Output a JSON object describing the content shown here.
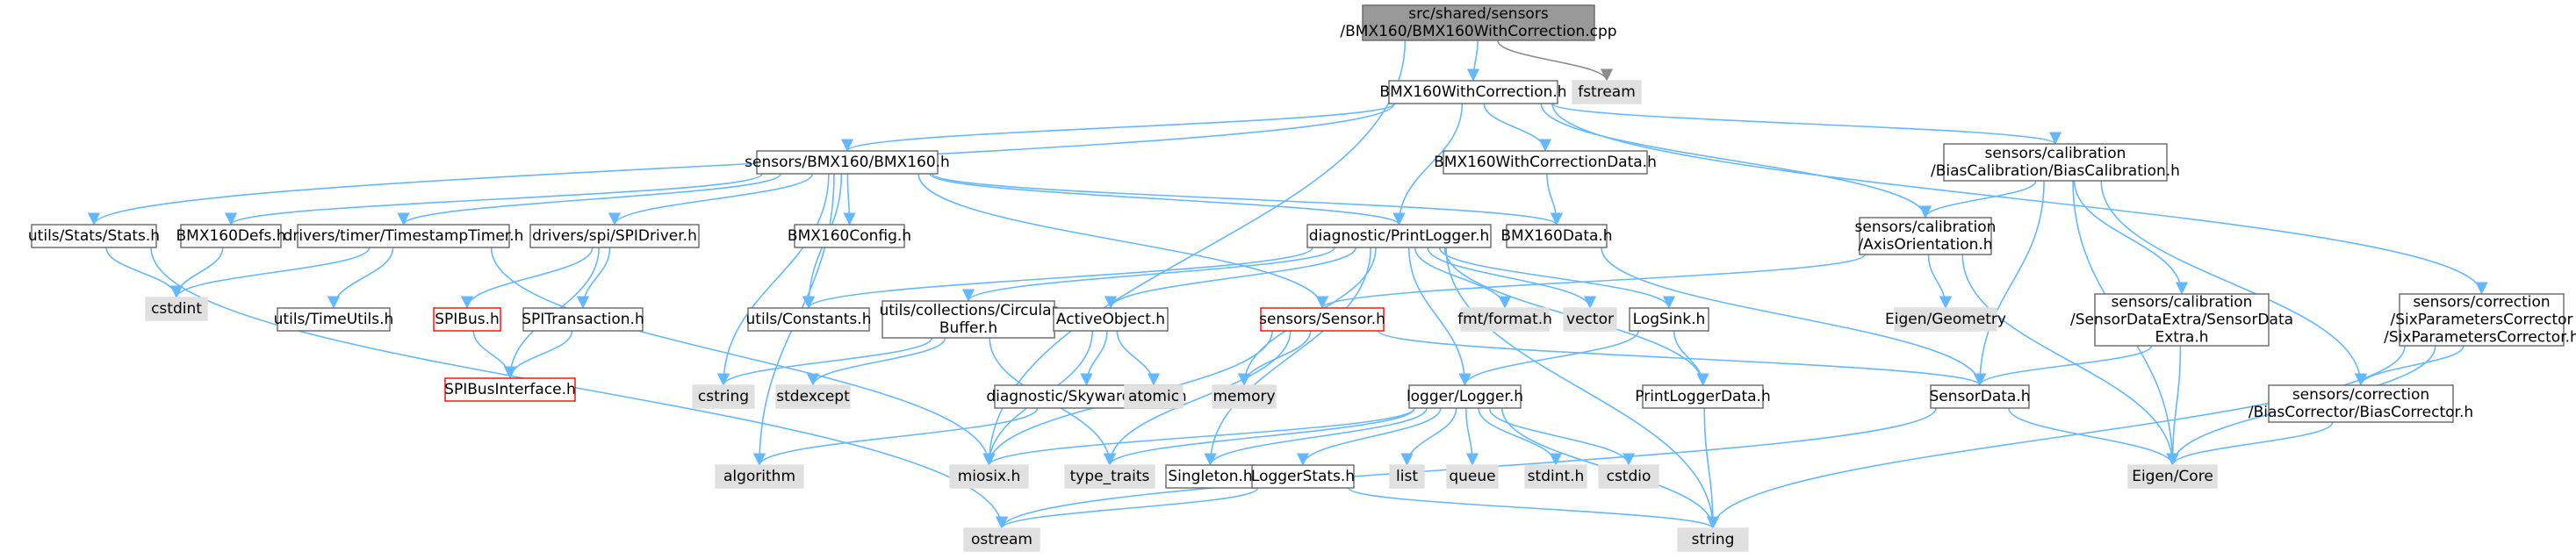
{
  "colors": {
    "root_fill": "#999999",
    "root_stroke": "#666666",
    "header_fill": "#ffffff",
    "header_stroke": "#666666",
    "system_fill": "#e0e0e0",
    "system_stroke": "#e0e0e0",
    "missing_stroke": "#ff0000",
    "edge": "#63b8ff",
    "edge_gray": "#8c8c8c"
  },
  "nodes": [
    {
      "id": "root",
      "kind": "root",
      "lines": [
        "src/shared/sensors",
        "/BMX160/BMX160WithCorrection.cpp"
      ]
    },
    {
      "id": "fstream",
      "kind": "system",
      "lines": [
        "fstream"
      ]
    },
    {
      "id": "bmxwc",
      "kind": "header",
      "lines": [
        "BMX160WithCorrection.h"
      ]
    },
    {
      "id": "bmx160h",
      "kind": "header",
      "lines": [
        "sensors/BMX160/BMX160.h"
      ]
    },
    {
      "id": "bmxwcdata",
      "kind": "header",
      "lines": [
        "BMX160WithCorrectionData.h"
      ]
    },
    {
      "id": "biascal",
      "kind": "header",
      "lines": [
        "sensors/calibration",
        "/BiasCalibration/BiasCalibration.h"
      ]
    },
    {
      "id": "stats",
      "kind": "header",
      "lines": [
        "utils/Stats/Stats.h"
      ]
    },
    {
      "id": "bmxdefs",
      "kind": "header",
      "lines": [
        "BMX160Defs.h"
      ]
    },
    {
      "id": "timestamp",
      "kind": "header",
      "lines": [
        "drivers/timer/TimestampTimer.h"
      ]
    },
    {
      "id": "spidriver",
      "kind": "header",
      "lines": [
        "drivers/spi/SPIDriver.h"
      ]
    },
    {
      "id": "bmxconfig",
      "kind": "header",
      "lines": [
        "BMX160Config.h"
      ]
    },
    {
      "id": "printlogger",
      "kind": "header",
      "lines": [
        "diagnostic/PrintLogger.h"
      ]
    },
    {
      "id": "bmxdata",
      "kind": "header",
      "lines": [
        "BMX160Data.h"
      ]
    },
    {
      "id": "axisorient",
      "kind": "header",
      "lines": [
        "sensors/calibration",
        "/AxisOrientation.h"
      ]
    },
    {
      "id": "sixparam",
      "kind": "header",
      "lines": [
        "sensors/correction",
        "/SixParametersCorrector",
        "/SixParametersCorrector.h"
      ]
    },
    {
      "id": "cstdint",
      "kind": "system",
      "lines": [
        "cstdint"
      ]
    },
    {
      "id": "timeutils",
      "kind": "header",
      "lines": [
        "utils/TimeUtils.h"
      ]
    },
    {
      "id": "spibus",
      "kind": "missing",
      "lines": [
        "SPIBus.h"
      ]
    },
    {
      "id": "spitrans",
      "kind": "header",
      "lines": [
        "SPITransaction.h"
      ]
    },
    {
      "id": "spibusif",
      "kind": "missing",
      "lines": [
        "SPIBusInterface.h"
      ]
    },
    {
      "id": "constants",
      "kind": "header",
      "lines": [
        "utils/Constants.h"
      ]
    },
    {
      "id": "circbuf",
      "kind": "header",
      "lines": [
        "utils/collections/Circular",
        "Buffer.h"
      ]
    },
    {
      "id": "activeobj",
      "kind": "header",
      "lines": [
        "ActiveObject.h"
      ]
    },
    {
      "id": "sensorh",
      "kind": "missing",
      "lines": [
        "sensors/Sensor.h"
      ]
    },
    {
      "id": "fmtformat",
      "kind": "system",
      "lines": [
        "fmt/format.h"
      ]
    },
    {
      "id": "vector",
      "kind": "system",
      "lines": [
        "vector"
      ]
    },
    {
      "id": "logsink",
      "kind": "header",
      "lines": [
        "LogSink.h"
      ]
    },
    {
      "id": "eigengeom",
      "kind": "system",
      "lines": [
        "Eigen/Geometry"
      ]
    },
    {
      "id": "sensordataextra",
      "kind": "header",
      "lines": [
        "sensors/calibration",
        "/SensorDataExtra/SensorData",
        "Extra.h"
      ]
    },
    {
      "id": "biascorr",
      "kind": "header",
      "lines": [
        "sensors/correction",
        "/BiasCorrector/BiasCorrector.h"
      ]
    },
    {
      "id": "cstring",
      "kind": "system",
      "lines": [
        "cstring"
      ]
    },
    {
      "id": "stdexcept",
      "kind": "system",
      "lines": [
        "stdexcept"
      ]
    },
    {
      "id": "skyward",
      "kind": "header",
      "lines": [
        "diagnostic/SkywardStack.h"
      ]
    },
    {
      "id": "atomic",
      "kind": "system",
      "lines": [
        "atomic"
      ]
    },
    {
      "id": "memory",
      "kind": "system",
      "lines": [
        "memory"
      ]
    },
    {
      "id": "logger",
      "kind": "header",
      "lines": [
        "logger/Logger.h"
      ]
    },
    {
      "id": "printloggerdata",
      "kind": "header",
      "lines": [
        "PrintLoggerData.h"
      ]
    },
    {
      "id": "sensordata",
      "kind": "header",
      "lines": [
        "SensorData.h"
      ]
    },
    {
      "id": "algorithm",
      "kind": "system",
      "lines": [
        "algorithm"
      ]
    },
    {
      "id": "miosix",
      "kind": "system",
      "lines": [
        "miosix.h"
      ]
    },
    {
      "id": "typetraits",
      "kind": "system",
      "lines": [
        "type_traits"
      ]
    },
    {
      "id": "singleton",
      "kind": "header",
      "lines": [
        "Singleton.h"
      ]
    },
    {
      "id": "loggerstats",
      "kind": "header",
      "lines": [
        "LoggerStats.h"
      ]
    },
    {
      "id": "list",
      "kind": "system",
      "lines": [
        "list"
      ]
    },
    {
      "id": "queue",
      "kind": "system",
      "lines": [
        "queue"
      ]
    },
    {
      "id": "stdinth",
      "kind": "system",
      "lines": [
        "stdint.h"
      ]
    },
    {
      "id": "cstdio",
      "kind": "system",
      "lines": [
        "cstdio"
      ]
    },
    {
      "id": "eigencore",
      "kind": "system",
      "lines": [
        "Eigen/Core"
      ]
    },
    {
      "id": "ostream",
      "kind": "system",
      "lines": [
        "ostream"
      ]
    },
    {
      "id": "string",
      "kind": "system",
      "lines": [
        "string"
      ]
    }
  ],
  "edges": [
    [
      "root",
      "bmxwc"
    ],
    [
      "root",
      "fstream",
      "gray"
    ],
    [
      "root",
      "miosix"
    ],
    [
      "bmxwc",
      "bmx160h"
    ],
    [
      "bmxwc",
      "bmxwcdata"
    ],
    [
      "bmxwc",
      "biascal"
    ],
    [
      "bmxwc",
      "stats"
    ],
    [
      "bmxwc",
      "printlogger"
    ],
    [
      "bmxwc",
      "axisorient"
    ],
    [
      "bmxwc",
      "sixparam"
    ],
    [
      "bmx160h",
      "bmxdefs"
    ],
    [
      "bmx160h",
      "timestamp"
    ],
    [
      "bmx160h",
      "spidriver"
    ],
    [
      "bmx160h",
      "bmxconfig"
    ],
    [
      "bmx160h",
      "printlogger"
    ],
    [
      "bmx160h",
      "bmxdata"
    ],
    [
      "bmx160h",
      "constants"
    ],
    [
      "bmx160h",
      "sensorh"
    ],
    [
      "bmx160h",
      "cstring"
    ],
    [
      "bmx160h",
      "algorithm"
    ],
    [
      "bmxwcdata",
      "bmxdata"
    ],
    [
      "stats",
      "cstdint"
    ],
    [
      "stats",
      "ostream"
    ],
    [
      "bmxdefs",
      "cstdint"
    ],
    [
      "timestamp",
      "cstdint"
    ],
    [
      "timestamp",
      "timeutils"
    ],
    [
      "timestamp",
      "miosix"
    ],
    [
      "spidriver",
      "spibus"
    ],
    [
      "spidriver",
      "spitrans"
    ],
    [
      "spidriver",
      "spibusif"
    ],
    [
      "spibus",
      "spibusif"
    ],
    [
      "spitrans",
      "spibusif"
    ],
    [
      "printlogger",
      "constants"
    ],
    [
      "printlogger",
      "circbuf"
    ],
    [
      "printlogger",
      "activeobj"
    ],
    [
      "printlogger",
      "fmtformat"
    ],
    [
      "printlogger",
      "vector"
    ],
    [
      "printlogger",
      "logsink"
    ],
    [
      "printlogger",
      "logger"
    ],
    [
      "printlogger",
      "printloggerdata"
    ],
    [
      "printlogger",
      "memory"
    ],
    [
      "printlogger",
      "singleton"
    ],
    [
      "printlogger",
      "string"
    ],
    [
      "bmxdata",
      "sensordata"
    ],
    [
      "axisorient",
      "sensorh"
    ],
    [
      "axisorient",
      "eigengeom"
    ],
    [
      "axisorient",
      "eigencore"
    ],
    [
      "biascal",
      "axisorient"
    ],
    [
      "biascal",
      "sensordataextra"
    ],
    [
      "biascal",
      "biascorr"
    ],
    [
      "biascal",
      "sensordata"
    ],
    [
      "biascal",
      "eigencore"
    ],
    [
      "sixparam",
      "biascorr"
    ],
    [
      "sixparam",
      "eigencore"
    ],
    [
      "sixparam",
      "string"
    ],
    [
      "circbuf",
      "cstring"
    ],
    [
      "circbuf",
      "stdexcept"
    ],
    [
      "circbuf",
      "typetraits"
    ],
    [
      "activeobj",
      "skyward"
    ],
    [
      "activeobj",
      "atomic"
    ],
    [
      "activeobj",
      "miosix"
    ],
    [
      "sensorh",
      "memory"
    ],
    [
      "sensorh",
      "sensordata"
    ],
    [
      "sensorh",
      "miosix"
    ],
    [
      "sensorh",
      "typetraits"
    ],
    [
      "logsink",
      "logger"
    ],
    [
      "logsink",
      "printloggerdata"
    ],
    [
      "sensordataextra",
      "sensordata"
    ],
    [
      "sensordataextra",
      "eigencore"
    ],
    [
      "biascorr",
      "eigencore"
    ],
    [
      "skyward",
      "algorithm"
    ],
    [
      "logger",
      "miosix"
    ],
    [
      "logger",
      "typetraits"
    ],
    [
      "logger",
      "singleton"
    ],
    [
      "logger",
      "loggerstats"
    ],
    [
      "logger",
      "list"
    ],
    [
      "logger",
      "queue"
    ],
    [
      "logger",
      "stdinth"
    ],
    [
      "logger",
      "cstdio"
    ],
    [
      "logger",
      "string"
    ],
    [
      "printloggerdata",
      "string"
    ],
    [
      "sensordata",
      "eigencore"
    ],
    [
      "sensordata",
      "ostream"
    ],
    [
      "loggerstats",
      "ostream"
    ],
    [
      "loggerstats",
      "string"
    ]
  ]
}
